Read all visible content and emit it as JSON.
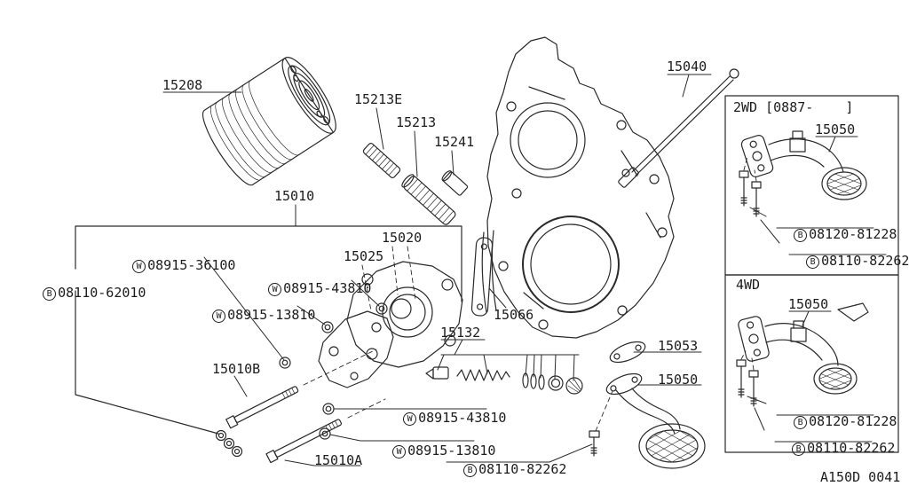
{
  "main_diagram": {
    "labels": [
      {
        "text": "15208"
      },
      {
        "text": "15213E"
      },
      {
        "text": "15213"
      },
      {
        "text": "15241"
      },
      {
        "text": "15040"
      },
      {
        "text": "15010"
      },
      {
        "text": "15020"
      },
      {
        "text": "15025"
      },
      {
        "prefix": "W",
        "text": "08915-36100"
      },
      {
        "prefix": "B",
        "text": "08110-62010"
      },
      {
        "prefix": "W",
        "text": "08915-43810"
      },
      {
        "prefix": "W",
        "text": "08915-13810"
      },
      {
        "text": "15066"
      },
      {
        "text": "15132"
      },
      {
        "text": "15053"
      },
      {
        "text": "15050"
      },
      {
        "text": "15010B"
      },
      {
        "prefix": "W",
        "text": "08915-43810"
      },
      {
        "prefix": "W",
        "text": "08915-13810"
      },
      {
        "prefix": "B",
        "text": "08110-82262"
      },
      {
        "text": "15010A"
      }
    ]
  },
  "panel_2wd": {
    "title": "2WD [0887-    ]",
    "labels": [
      {
        "text": "15050"
      },
      {
        "prefix": "B",
        "text": "08120-81228"
      },
      {
        "prefix": "B",
        "text": "08110-82262"
      }
    ]
  },
  "panel_4wd": {
    "title": "4WD",
    "labels": [
      {
        "text": "15050"
      },
      {
        "prefix": "B",
        "text": "08120-81228"
      },
      {
        "prefix": "B",
        "text": "08110-82262"
      }
    ]
  },
  "footer": {
    "drawing_code": "A150D 0041"
  },
  "colors": {
    "ink": "#2a2a2a",
    "paper": "#ffffff"
  }
}
